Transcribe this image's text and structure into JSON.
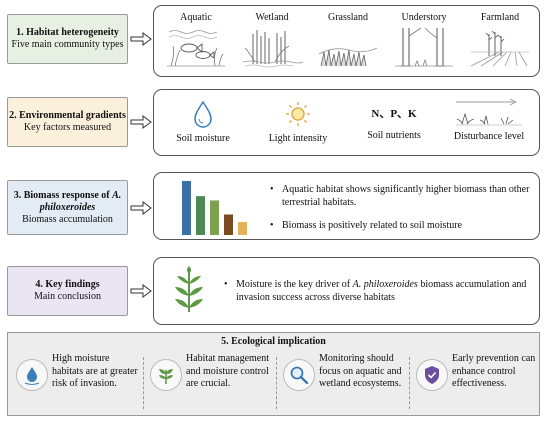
{
  "steps": [
    {
      "title": "1. Habitat heterogeneity",
      "subtitle": "Five main community types"
    },
    {
      "title": "2. Environmental gradients",
      "subtitle": "Key factors measured"
    },
    {
      "title_pre": "3. Biomass response of ",
      "title_em": "A. philoxeroides",
      "subtitle": "Biomass accumulation"
    },
    {
      "title": "4. Key findings",
      "subtitle": "Main conclusion"
    }
  ],
  "step_colors": [
    "#e8efe3",
    "#fbf0dc",
    "#e3ecf5",
    "#ebe4f2"
  ],
  "habitats": [
    "Aquatic",
    "Wetland",
    "Grassland",
    "Understory",
    "Farmland"
  ],
  "gradients": [
    {
      "label": "Soil moisture",
      "icon": "water-drop-icon"
    },
    {
      "label": "Light intensity",
      "icon": "sun-icon"
    },
    {
      "label": "Soil nutrients",
      "icon": "nutrients-text",
      "symbol": "N、P、K"
    },
    {
      "label": "Disturbance level",
      "icon": "disturbance-arrow-icon"
    }
  ],
  "biomass_bars": {
    "values": [
      5,
      3.6,
      3.2,
      1.9,
      1.2
    ],
    "colors": [
      "#3a6fa8",
      "#4e8a52",
      "#7ca24f",
      "#7b4c22",
      "#e3b25a"
    ]
  },
  "biomass_points": [
    "Aquatic habitat shows significantly higher biomass than other terrestrial habitats.",
    "Biomass is positively related to soil moisture"
  ],
  "finding": {
    "pre": "Moisture is the key driver of ",
    "em": "A. philoxeroides",
    "post": " biomass accumulation and invasion success across diverse habitats"
  },
  "implication": {
    "title": "5. Ecological implication",
    "items": [
      {
        "text": "High moisture habitats are at greater risk of invasion.",
        "icon": "water-drop-icon"
      },
      {
        "text": "Habitat management and moisture control are crucial.",
        "icon": "plant-icon"
      },
      {
        "text": "Monitoring should focus on aquatic and wetland ecosystems.",
        "icon": "magnifier-icon"
      },
      {
        "text": "Early prevention can enhance control effectiveness.",
        "icon": "shield-check-icon"
      }
    ]
  }
}
